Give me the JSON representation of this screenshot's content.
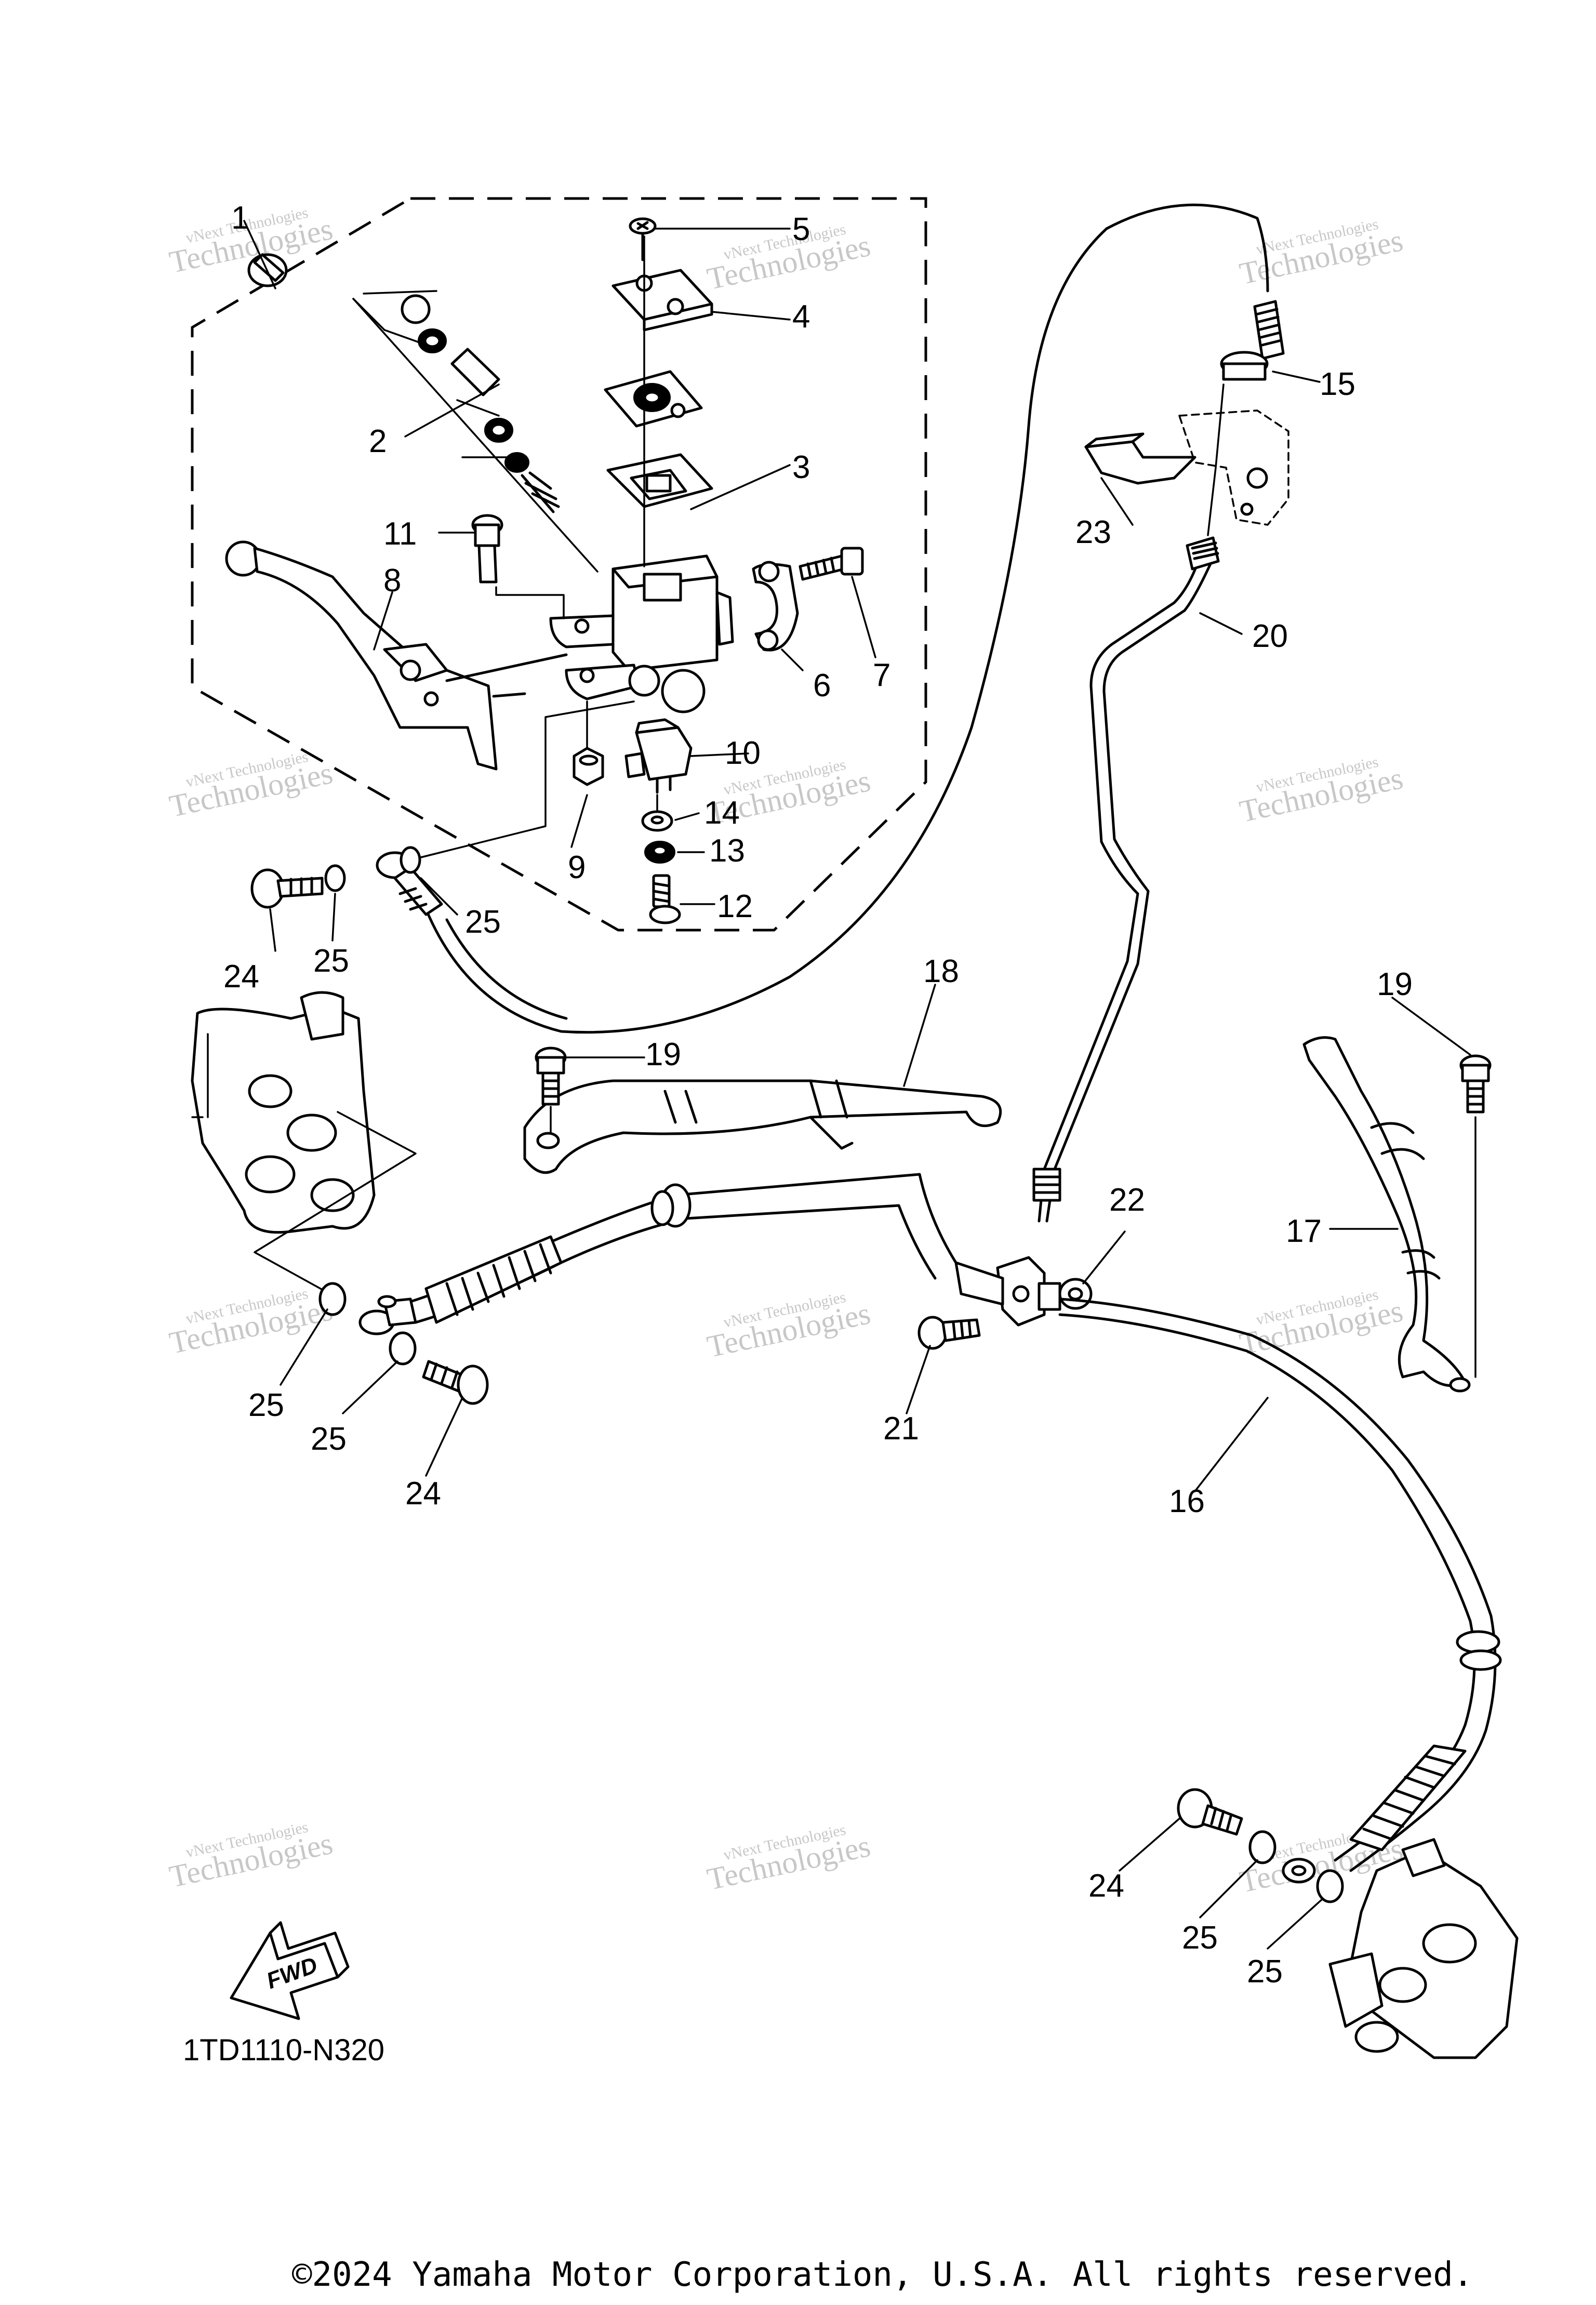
{
  "diagram_code": "1TD1110-N320",
  "fwd_label": "FWD",
  "copyright": "©2024 Yamaha Motor Corporation, U.S.A. All rights reserved.",
  "watermark": {
    "line1": "vNext Technologies",
    "line2": "Technologies"
  },
  "callouts": {
    "c1": "1",
    "c2": "2",
    "c3": "3",
    "c4": "4",
    "c5": "5",
    "c6": "6",
    "c7": "7",
    "c8": "8",
    "c9": "9",
    "c10": "10",
    "c11": "11",
    "c12": "12",
    "c13": "13",
    "c14": "14",
    "c15": "15",
    "c16": "16",
    "c17": "17",
    "c18": "18",
    "c19a": "19",
    "c19b": "19",
    "c20": "20",
    "c21": "21",
    "c22": "22",
    "c23": "23",
    "c24a": "24",
    "c24b": "24",
    "c24c": "24",
    "c25a": "25",
    "c25b": "25",
    "c25c": "25",
    "c25d": "25",
    "c25e": "25",
    "c25f": "25"
  }
}
